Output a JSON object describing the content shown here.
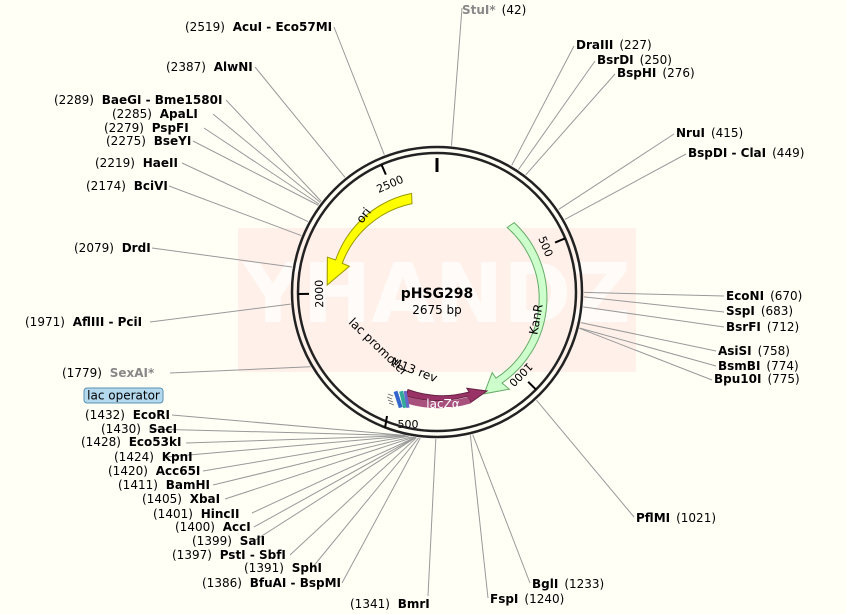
{
  "plasmid": {
    "name": "pHSG298",
    "length_label": "2675 bp",
    "length": 2675
  },
  "watermark": "YHANDZ",
  "ticks": [
    {
      "value": 500,
      "label": "500"
    },
    {
      "value": 1000,
      "label": "1000"
    },
    {
      "value": 2000,
      "label": "2000"
    },
    {
      "value": 2500,
      "label": "2500"
    }
  ],
  "inner_ticks": [
    {
      "label": "500"
    }
  ],
  "features": [
    {
      "id": "ori",
      "label": "ori",
      "color": "#ffff00",
      "stroke": "#999900",
      "direction": "ccw"
    },
    {
      "id": "kanr",
      "label": "KanR",
      "color": "#ccffcc",
      "stroke": "#66aa66",
      "direction": "cw"
    },
    {
      "id": "lacza",
      "label": "lacZα",
      "color": "#993366",
      "stroke": "#662244",
      "direction": "cw"
    },
    {
      "id": "lac-promoter",
      "label": "lac promoter"
    },
    {
      "id": "m13rev",
      "label": "M13 rev"
    }
  ],
  "lac_operator_label": "lac operator",
  "sites": [
    {
      "name": "StuI*",
      "pos": "(42)",
      "gray": true
    },
    {
      "name": "DraIII",
      "pos": "(227)"
    },
    {
      "name": "BsrDI",
      "pos": "(250)"
    },
    {
      "name": "BspHI",
      "pos": "(276)"
    },
    {
      "name": "NruI",
      "pos": "(415)"
    },
    {
      "name": "BspDI - ClaI",
      "pos": "(449)"
    },
    {
      "name": "EcoNI",
      "pos": "(670)"
    },
    {
      "name": "SspI",
      "pos": "(683)"
    },
    {
      "name": "BsrFI",
      "pos": "(712)"
    },
    {
      "name": "AsiSI",
      "pos": "(758)"
    },
    {
      "name": "BsmBI",
      "pos": "(774)"
    },
    {
      "name": "Bpu10I",
      "pos": "(775)"
    },
    {
      "name": "PflMI",
      "pos": "(1021)"
    },
    {
      "name": "BglI",
      "pos": "(1233)"
    },
    {
      "name": "FspI",
      "pos": "(1240)"
    },
    {
      "name": "BmrI",
      "pos": "(1341)"
    },
    {
      "name": "BfuAI - BspMI",
      "pos": "(1386)"
    },
    {
      "name": "SphI",
      "pos": "(1391)"
    },
    {
      "name": "PstI - SbfI",
      "pos": "(1397)"
    },
    {
      "name": "SalI",
      "pos": "(1399)"
    },
    {
      "name": "AccI",
      "pos": "(1400)"
    },
    {
      "name": "HincII",
      "pos": "(1401)"
    },
    {
      "name": "XbaI",
      "pos": "(1405)"
    },
    {
      "name": "BamHI",
      "pos": "(1411)"
    },
    {
      "name": "Acc65I",
      "pos": "(1420)"
    },
    {
      "name": "KpnI",
      "pos": "(1424)"
    },
    {
      "name": "Eco53kI",
      "pos": "(1428)"
    },
    {
      "name": "SacI",
      "pos": "(1430)"
    },
    {
      "name": "EcoRI",
      "pos": "(1432)"
    },
    {
      "name": "SexAI*",
      "pos": "(1779)",
      "gray": true
    },
    {
      "name": "AflIII - PciI",
      "pos": "(1971)"
    },
    {
      "name": "DrdI",
      "pos": "(2079)"
    },
    {
      "name": "BciVI",
      "pos": "(2174)"
    },
    {
      "name": "HaeII",
      "pos": "(2219)"
    },
    {
      "name": "BseYI",
      "pos": "(2275)"
    },
    {
      "name": "PspFI",
      "pos": "(2279)"
    },
    {
      "name": "ApaLI",
      "pos": "(2285)"
    },
    {
      "name": "BaeGI - Bme1580I",
      "pos": "(2289)"
    },
    {
      "name": "AlwNI",
      "pos": "(2387)"
    },
    {
      "name": "AcuI - Eco57MI",
      "pos": "(2519)"
    }
  ]
}
